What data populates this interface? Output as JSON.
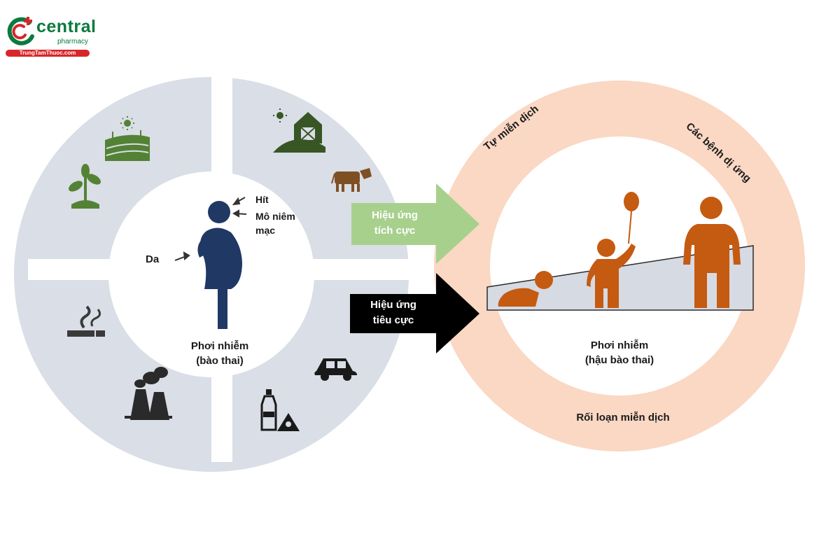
{
  "logo": {
    "word": "central",
    "sub": "pharmacy",
    "bar": "TrungTamThuoc.com",
    "colors": {
      "green": "#0b7a3e",
      "red": "#d7262a"
    }
  },
  "prenatal": {
    "label": "Phơi nhiễm\n(bào thai)",
    "routes": {
      "inhale": "Hít",
      "mucosa": "Mô niêm\nmạc",
      "skin": "Da"
    },
    "ring_color": "#d9dee7",
    "icons": [
      "crops-sun-icon",
      "farm-barn-icon",
      "plant-sprout-icon",
      "cow-icon",
      "cigarette-icon",
      "car-icon",
      "factory-icon",
      "plastic-bottle-biohazard-icon"
    ]
  },
  "arrows": {
    "positive": {
      "label": "Hiệu ứng\ntích cực",
      "color": "#a8d08d"
    },
    "negative": {
      "label": "Hiệu ứng\ntiêu cực",
      "color": "#000000"
    }
  },
  "postnatal": {
    "label": "Phơi nhiễm\n(hậu bào thai)",
    "ring_color": "#fad8c4",
    "figure_color": "#c55a11",
    "arc_labels": {
      "autoimmune": "Tự miễn dịch",
      "allergy": "Các bệnh dị ứng",
      "dysregulation": "Rối loạn miễn dịch"
    }
  }
}
